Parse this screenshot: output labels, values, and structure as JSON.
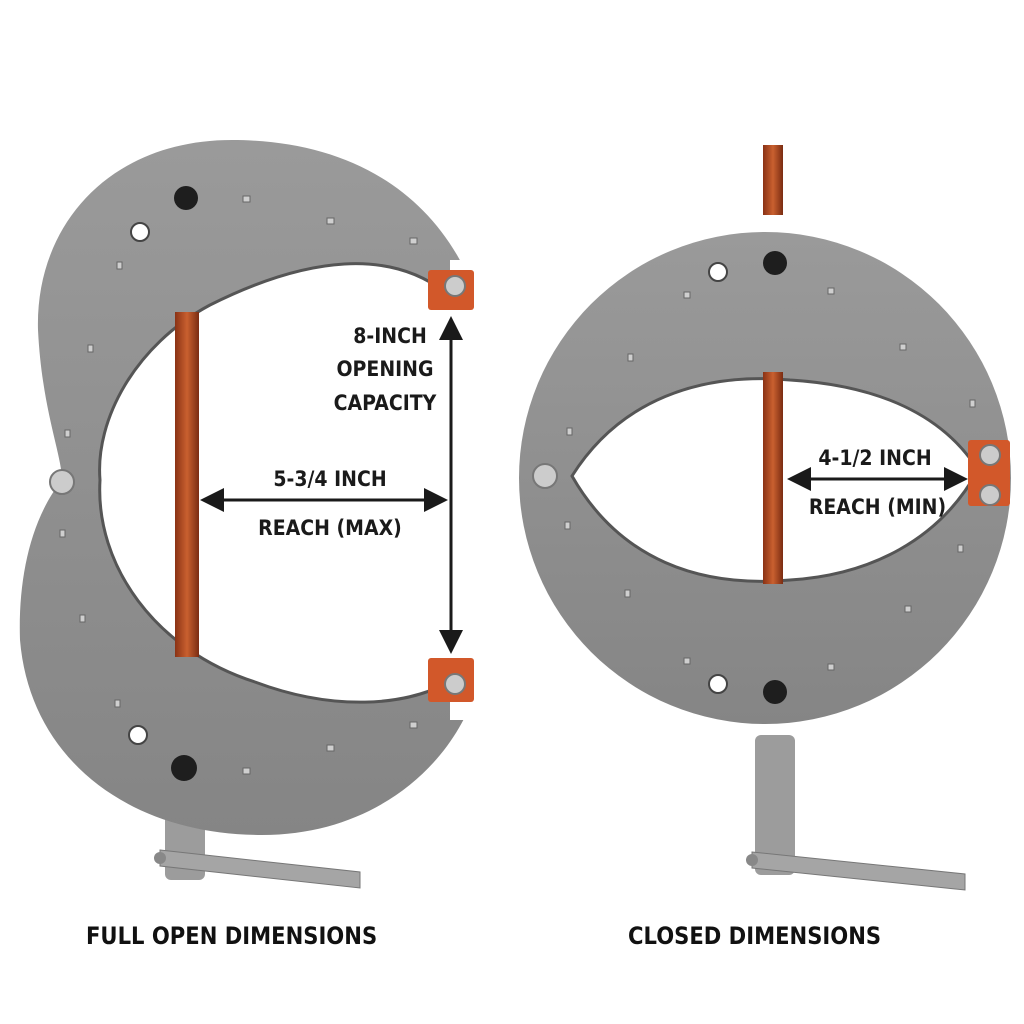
{
  "full_open": {
    "caption": "FULL OPEN DIMENSIONS",
    "opening_line1": "8-INCH",
    "opening_line2": "OPENING",
    "opening_line3": "CAPACITY",
    "reach_value": "5-3/4 INCH",
    "reach_label": "REACH (MAX)"
  },
  "closed": {
    "caption": "CLOSED DIMENSIONS",
    "reach_value": "4-1/2 INCH",
    "reach_label": "REACH (MIN)"
  },
  "colors": {
    "body": "#8f8f8f",
    "rod": "#c0542a",
    "pad": "#d2582a",
    "arrow": "#1a1a1a"
  }
}
